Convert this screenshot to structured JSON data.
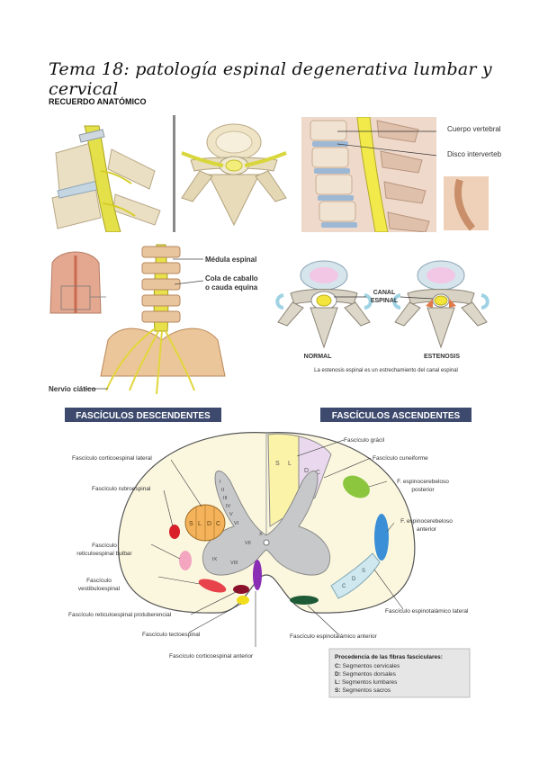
{
  "document": {
    "title": "Tema 18: patología espinal degenerativa lumbar y cervical",
    "section": "RECUERDO ANATÓMICO"
  },
  "fig_vertebra": {
    "labels": {
      "body": "Cuerpo vertebral",
      "disc": "Disco intervertebral"
    }
  },
  "fig_cauda": {
    "labels": {
      "medula": "Médula espinal",
      "cola_line1": "Cola de caballo",
      "cola_line2": "o cauda equina",
      "ciatico": "Nervio ciático"
    }
  },
  "fig_stenosis": {
    "canal_line1": "CANAL",
    "canal_line2": "ESPINAL",
    "normal": "NORMAL",
    "estenosis": "ESTENOSIS",
    "caption": "La estenosis espinal es un estrechamiento del canal espinal"
  },
  "fig_tracts": {
    "header_desc": "FASCÍCULOS DESCENDENTES",
    "header_asc": "FASCÍCULOS ASCENDENTES",
    "left_labels": {
      "cortico_lateral": "Fascículo corticoespinal lateral",
      "rubro": "Fascículo rubroespinal",
      "reticulo_bulbar_1": "Fascículo",
      "reticulo_bulbar_2": "reticuloespinal bulbar",
      "vestibulo_1": "Fascículo",
      "vestibulo_2": "vestibuloespinal",
      "reticulo_prot": "Fascículo reticuloespinal protuberencial",
      "tecto": "Fascículo tectoespinal",
      "cortico_anterior": "Fascículo corticoespinal anterior"
    },
    "right_labels": {
      "gracil": "Fascículo grácil",
      "cuneiforme": "Fascículo cuneiforme",
      "espinocer_post_1": "F. espinocerebeloso",
      "espinocer_post_2": "posterior",
      "espinocer_ant_1": "F. espinocerebeloso",
      "espinocer_ant_2": "anterior",
      "espinotal_lateral": "Fascículo espinotalámico lateral",
      "espinotal_anterior": "Fascículo espinotalámico anterior"
    },
    "segment_letters": [
      "S",
      "L",
      "D",
      "C"
    ],
    "gracil_letters": [
      "S",
      "L"
    ],
    "cune_letters": [
      "D",
      "C"
    ],
    "lamina_numerals": [
      "I",
      "II",
      "III",
      "IV",
      "V",
      "VI",
      "VII",
      "VIII",
      "IX",
      "X"
    ],
    "legend": {
      "title": "Procedencia de las fibras fasciculares:",
      "items": [
        {
          "key": "C:",
          "text": "Segmentos cervicales"
        },
        {
          "key": "D:",
          "text": "Segmentos dorsales"
        },
        {
          "key": "L:",
          "text": "Segmentos lumbares"
        },
        {
          "key": "S:",
          "text": "Segmentos sacros"
        }
      ]
    },
    "colors": {
      "header_bg": "#3d4a6e",
      "cortico_lateral": "#f4b35a",
      "rubro": "#d9202a",
      "reticulo_bulbar": "#f4a6c0",
      "vestibulo": "#e8434a",
      "reticulo_prot": "#8b1029",
      "tecto": "#f1dd1a",
      "cortico_anterior": "#8a2fb5",
      "gracil": "#fbf3a8",
      "cuneiforme": "#ead9ee",
      "espinocer_post": "#8cc63f",
      "espinocer_ant": "#3b8fd6",
      "espinotal_lateral": "#cfe7ee",
      "espinotal_anterior": "#1f5a36",
      "gray_matter": "#c7c8ca",
      "white_matter": "#fbf7df"
    }
  }
}
